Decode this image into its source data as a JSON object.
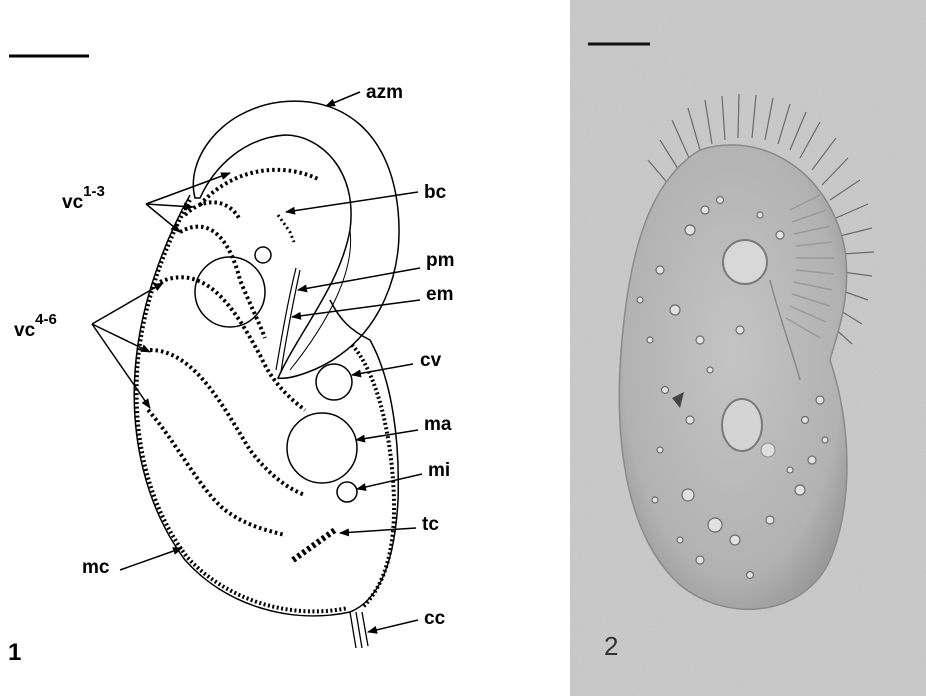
{
  "panel_1": {
    "number": "1",
    "labels": {
      "azm": "azm",
      "bc": "bc",
      "pm": "pm",
      "em": "em",
      "cv": "cv",
      "ma": "ma",
      "mi": "mi",
      "tc": "tc",
      "cc": "cc",
      "mc": "mc",
      "vc13_base": "vc",
      "vc13_sup": "1-3",
      "vc46_base": "vc",
      "vc46_sup": "4-6"
    }
  },
  "panel_2": {
    "number": "2"
  },
  "colors": {
    "ink": "#000000",
    "photo_background": "#c9c9c9",
    "cell_body": "#b8b8b8"
  }
}
